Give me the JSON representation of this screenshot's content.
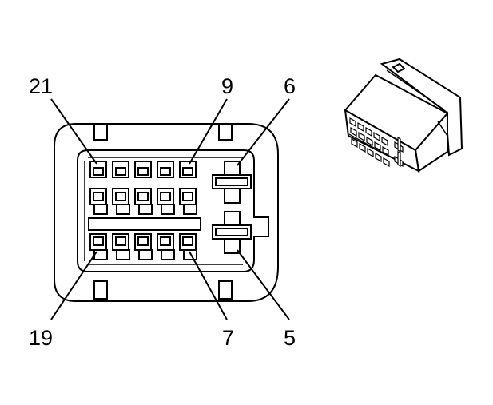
{
  "labels": {
    "top_left": "21",
    "top_middle": "9",
    "top_right": "6",
    "bottom_left": "19",
    "bottom_middle": "7",
    "bottom_right": "5"
  }
}
